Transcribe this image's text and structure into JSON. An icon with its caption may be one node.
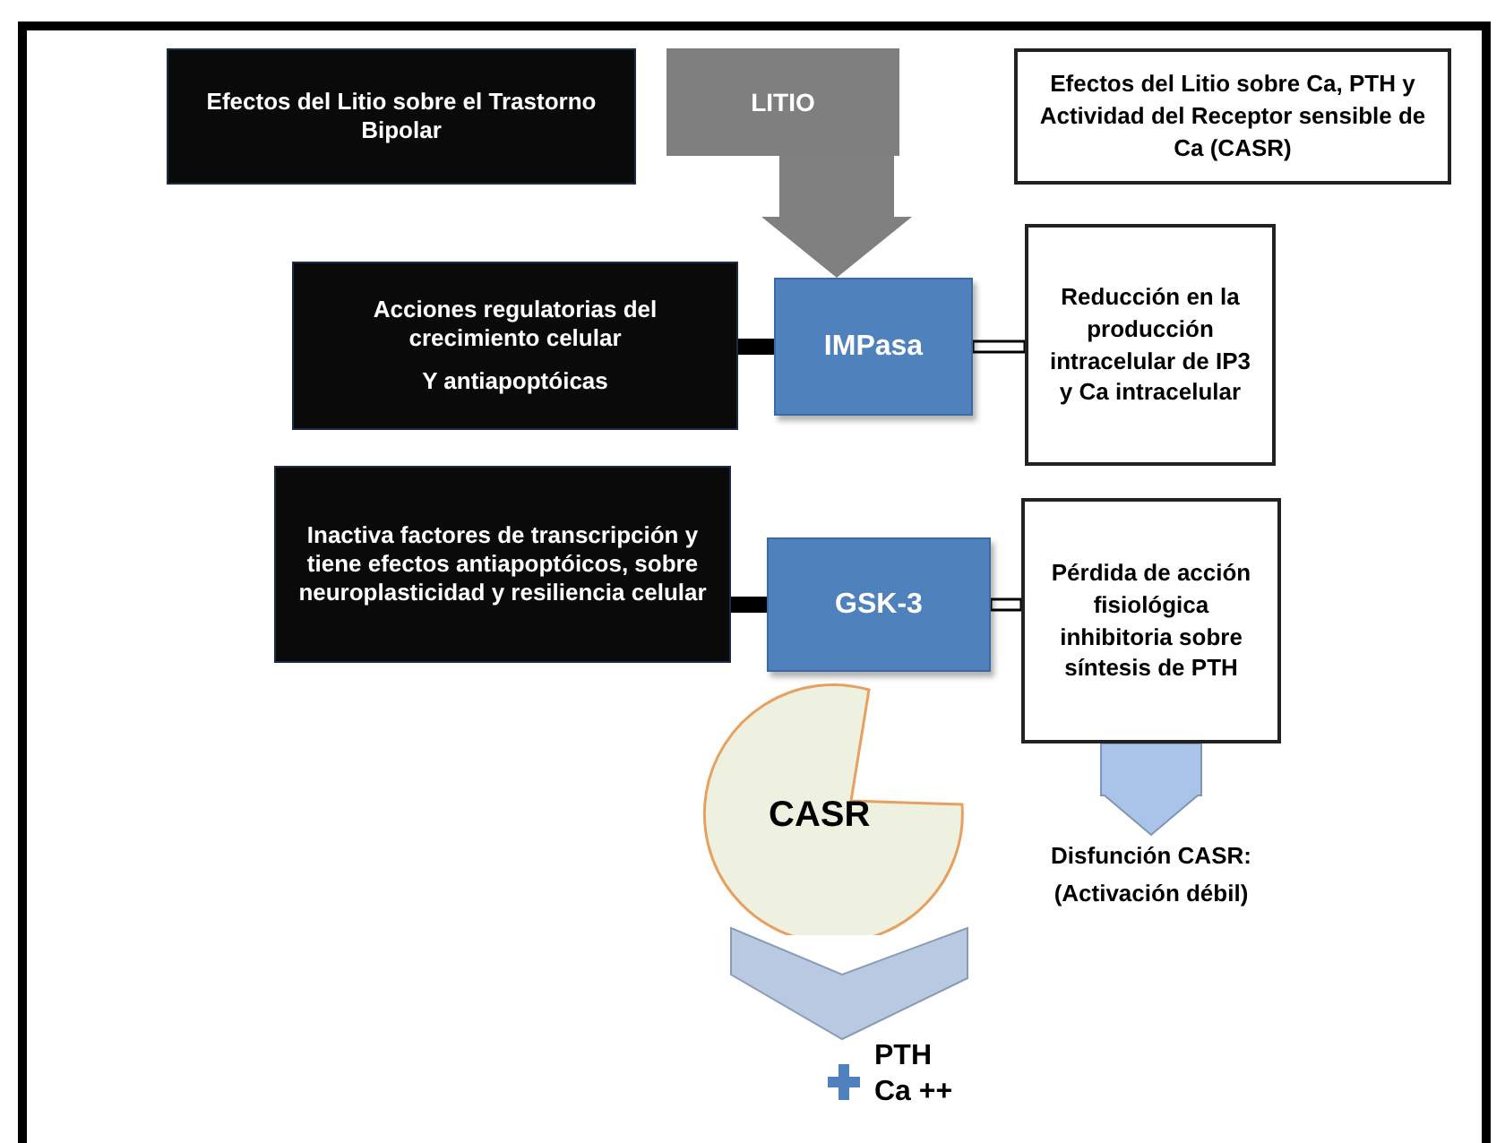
{
  "diagram": {
    "nodes": [
      {
        "text": [
          "Efectos del Litio sobre el Trastorno Bipolar"
        ]
      },
      {
        "text": [
          "LITIO"
        ]
      },
      {
        "text": [
          "Efectos del Litio sobre Ca, PTH y Actividad del Receptor sensible de Ca (CASR)"
        ]
      },
      {
        "text": [
          "Acciones regulatorias del crecimiento celular",
          "Y antiapoptóicas"
        ]
      },
      {
        "text": [
          "IMPasa"
        ]
      },
      {
        "text": [
          "Reducción en la producción intracelular de IP3 y Ca intracelular"
        ]
      },
      {
        "text": [
          "Inactiva factores de transcripción y tiene efectos antiapoptóicos, sobre neuroplasticidad y resiliencia celular"
        ]
      },
      {
        "text": [
          "GSK-3"
        ]
      },
      {
        "text": [
          "Pérdida de acción fisiológica inhibitoria sobre síntesis de PTH"
        ]
      },
      {
        "text": [
          "CASR"
        ]
      },
      {
        "text": [
          "Disfunción CASR: (Activación débil)"
        ]
      },
      {
        "text": [
          "PTH",
          "Ca ++"
        ]
      }
    ],
    "edges": [
      {
        "from": 1,
        "to": 4,
        "arrow": "to",
        "style": "thick",
        "color": "#808080"
      },
      {
        "from": 4,
        "to": 3,
        "arrow": "none",
        "style": "thick"
      },
      {
        "from": 4,
        "to": 5,
        "arrow": "none"
      },
      {
        "from": 7,
        "to": 6,
        "arrow": "none",
        "style": "thick"
      },
      {
        "from": 7,
        "to": 8,
        "arrow": "none"
      },
      {
        "from": 8,
        "to": 10,
        "arrow": "to",
        "style": "thick",
        "color": "#a9c4e8"
      },
      {
        "from": 9,
        "to": 11,
        "arrow": "to",
        "style": "thick",
        "color": "#b9c9e2"
      }
    ]
  }
}
